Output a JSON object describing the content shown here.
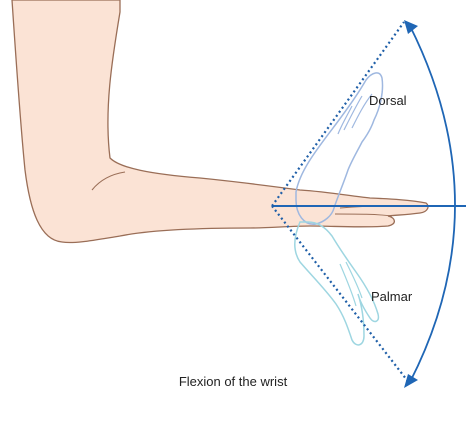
{
  "labels": {
    "upper": "Dorsal",
    "lower": "Palmar"
  },
  "caption": "Flexion of the wrist",
  "colors": {
    "skin": "#fbe3d5",
    "skin_outline": "#9a6e57",
    "dorsal_hand": "#9fb8e0",
    "palmar_hand": "#9ed6e1",
    "axis": "#1f66b5",
    "dotted": "#1f5fa8"
  }
}
